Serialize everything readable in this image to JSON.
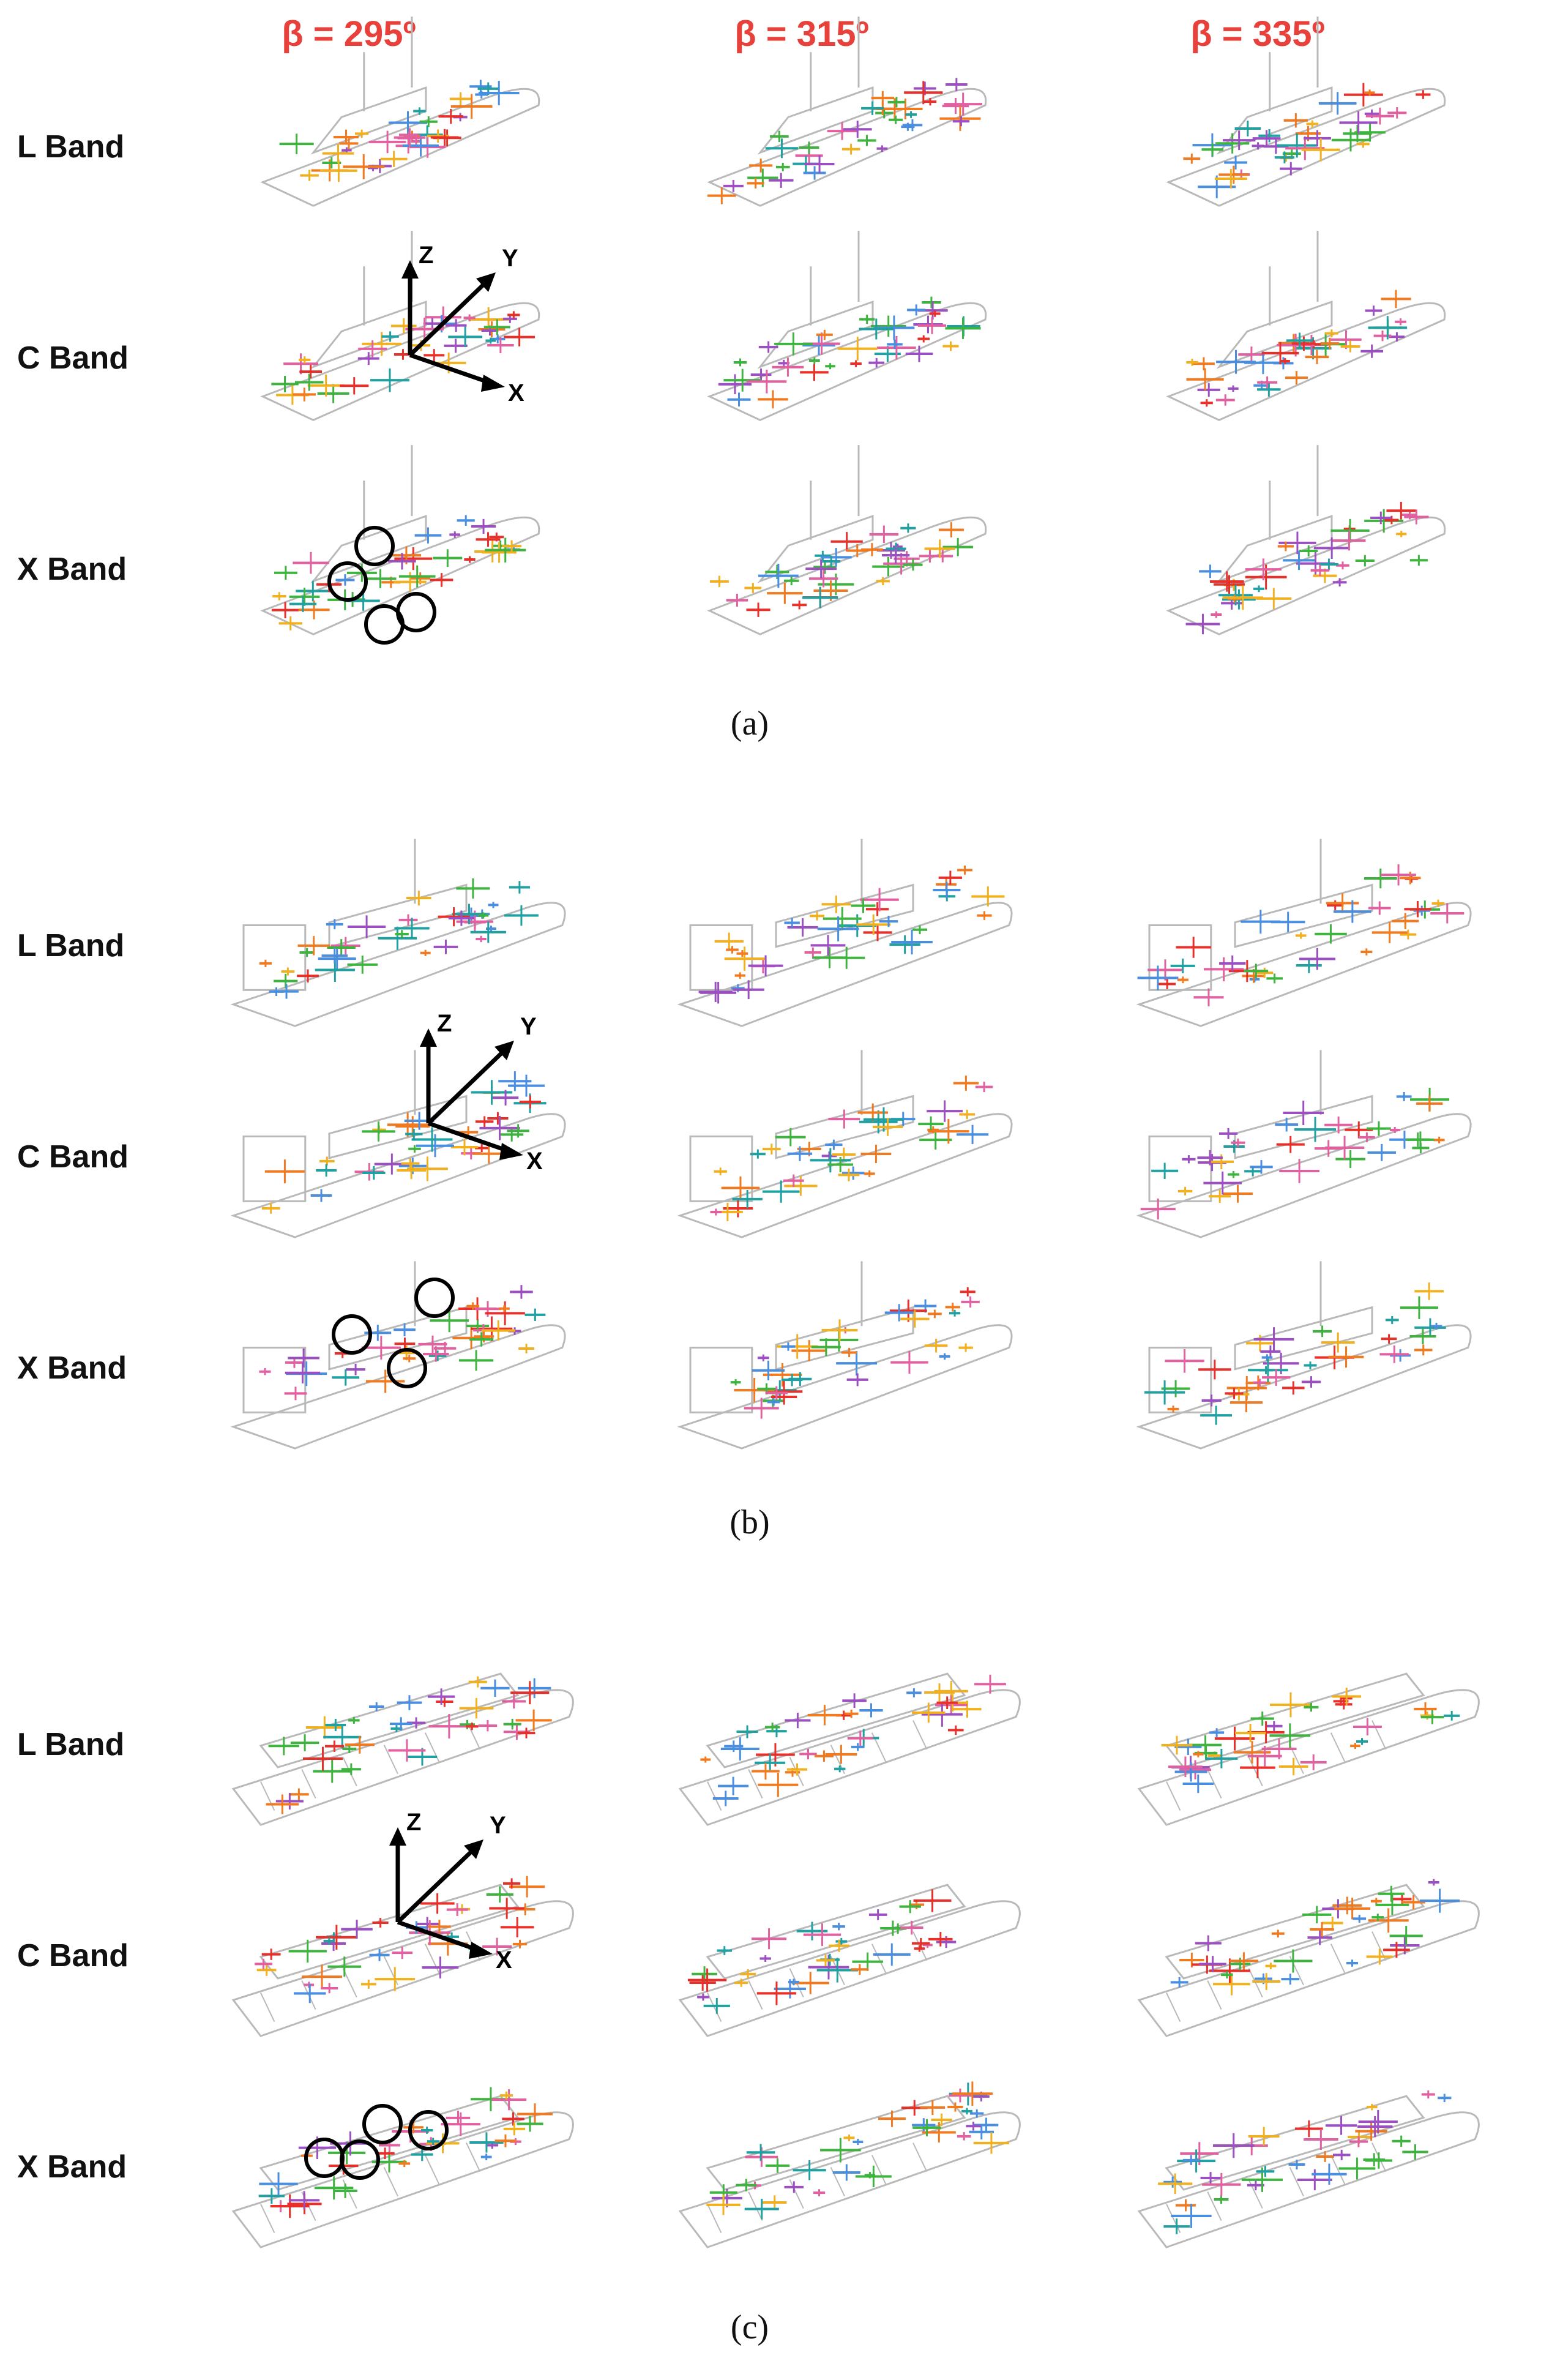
{
  "column_headers": [
    "β = 295º",
    "β = 315º",
    "β = 335º"
  ],
  "band_labels": [
    "L Band",
    "C Band",
    "X Band"
  ],
  "axis_labels": {
    "z": "Z",
    "y": "Y",
    "x": "X"
  },
  "captions": [
    "(a)",
    "(b)",
    "(c)"
  ],
  "colors": {
    "header": "#e8403a",
    "outline": "#b9b9b9",
    "scatter": [
      "#3fb33f",
      "#e8302a",
      "#f0b020",
      "#9b4fc0",
      "#4a8ee0",
      "#e060a0",
      "#f07a20",
      "#20a0a0"
    ]
  }
}
